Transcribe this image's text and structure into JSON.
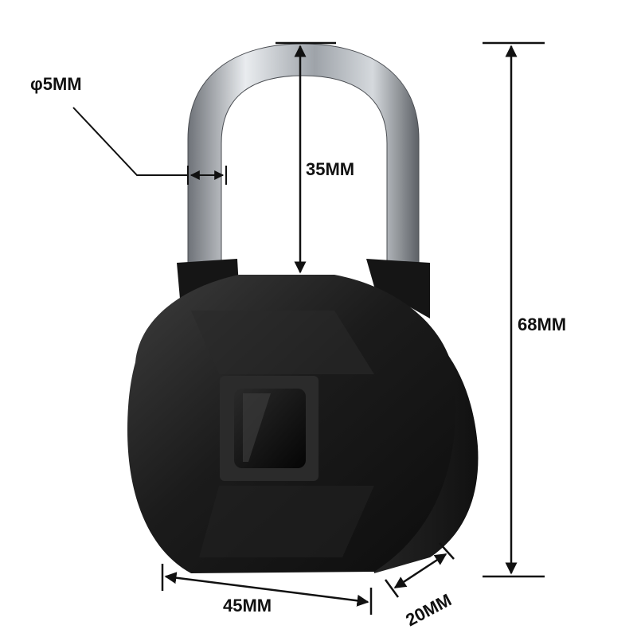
{
  "dimensions": {
    "shackle_diameter": "φ5MM",
    "shackle_height": "35MM",
    "total_height": "68MM",
    "body_width": "45MM",
    "body_depth": "20MM"
  },
  "colors": {
    "body": "#1a1a1a",
    "body_highlight": "#3a3a3a",
    "shackle": "#b8bcc2",
    "sensor": "#0a0a0a",
    "line": "#111111"
  }
}
